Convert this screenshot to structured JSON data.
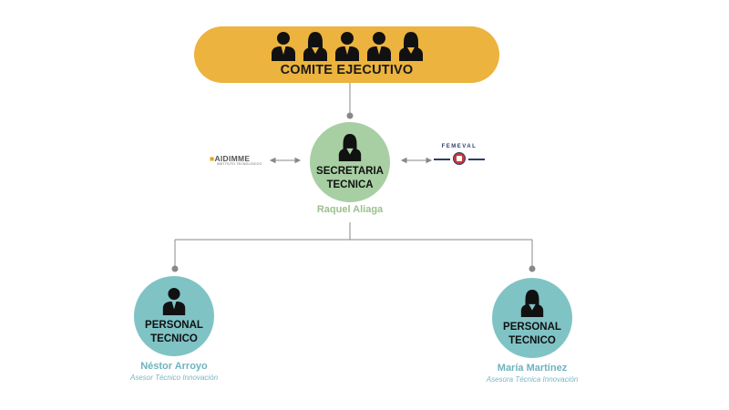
{
  "colors": {
    "top_box": "#ecb33e",
    "secretaria": "#a8cfa3",
    "personal": "#7fc3c5",
    "line": "#888888",
    "name_green": "#9bc08d",
    "name_teal": "#6fb3bd",
    "icon": "#111111"
  },
  "top": {
    "title": "COMITE EJECUTIVO",
    "icons": [
      "man-icon",
      "woman-icon",
      "man-icon",
      "man-icon",
      "woman-icon"
    ]
  },
  "secretaria": {
    "label_line1": "SECRETARIA",
    "label_line2": "TECNICA",
    "name": "Raquel Aliaga",
    "icon": "woman-icon"
  },
  "partners": {
    "left": {
      "main_prefix": "",
      "main": "AIDIMME",
      "sub": "INSTITUTO TECNOLÓGICO"
    },
    "right": {
      "title": "FEMEVAL"
    }
  },
  "personal_left": {
    "label_line1": "PERSONAL",
    "label_line2": "TECNICO",
    "name": "Néstor Arroyo",
    "role": "Asesor Técnico Innovación",
    "icon": "man-icon"
  },
  "personal_right": {
    "label_line1": "PERSONAL",
    "label_line2": "TECNICO",
    "name": "María Martínez",
    "role": "Asesora Técnica Innovación",
    "icon": "woman-icon"
  }
}
